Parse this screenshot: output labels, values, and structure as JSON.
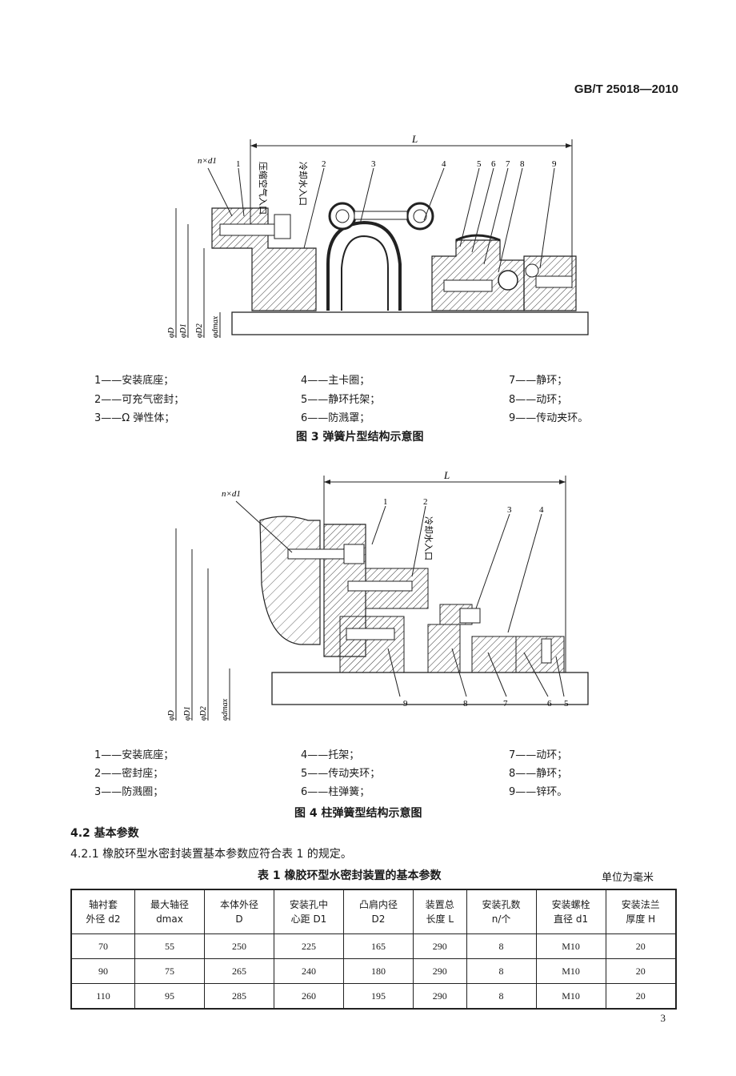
{
  "header": {
    "standard_number": "GB/T 25018—2010"
  },
  "figure3": {
    "caption": "图 3 弹簧片型结构示意图",
    "labels": {
      "L": "L",
      "nd1": "n×d1",
      "air_inlet": "压缩空气入口",
      "water_inlet": "冷却水入口",
      "n1": "1",
      "n2": "2",
      "n3": "3",
      "n4": "4",
      "n5": "5",
      "n6": "6",
      "n7": "7",
      "n8": "8",
      "n9": "9",
      "phiD": "φD",
      "phiD1": "φD1",
      "phiD2": "φD2",
      "phidmax": "φdmax"
    },
    "legend": [
      "1——安装底座；",
      "4——主卡圈；",
      "7——静环；",
      "2——可充气密封；",
      "5——静环托架；",
      "8——动环；",
      "3——Ω 弹性体；",
      "6——防溅罩；",
      "9——传动夹环。"
    ]
  },
  "figure4": {
    "caption": "图 4 柱弹簧型结构示意图",
    "labels": {
      "L": "L",
      "nd1": "n×d1",
      "water_inlet": "冷却水入口",
      "n1": "1",
      "n2": "2",
      "n3": "3",
      "n4": "4",
      "n5": "5",
      "n6": "6",
      "n7": "7",
      "n8": "8",
      "n9": "9",
      "phiD": "φD",
      "phiD1": "φD1",
      "phiD2": "φD2",
      "phidmax": "φdmax"
    },
    "legend": [
      "1——安装底座；",
      "4——托架；",
      "7——动环；",
      "2——密封座；",
      "5——传动夹环；",
      "8——静环；",
      "3——防溅圈；",
      "6——柱弹簧；",
      "9——锌环。"
    ]
  },
  "section": {
    "heading": "4.2 基本参数",
    "clause": "4.2.1 橡胶环型水密封装置基本参数应符合表 1 的规定。"
  },
  "table1": {
    "title": "表 1 橡胶环型水密封装置的基本参数",
    "unit": "单位为毫米",
    "headers": [
      [
        "轴衬套",
        "外径 d2"
      ],
      [
        "最大轴径",
        "dmax"
      ],
      [
        "本体外径",
        "D"
      ],
      [
        "安装孔中",
        "心距 D1"
      ],
      [
        "凸肩内径",
        "D2"
      ],
      [
        "装置总",
        "长度 L"
      ],
      [
        "安装孔数",
        "n/个"
      ],
      [
        "安装螺栓",
        "直径 d1"
      ],
      [
        "安装法兰",
        "厚度 H"
      ]
    ],
    "rows": [
      [
        "70",
        "55",
        "250",
        "225",
        "165",
        "290",
        "8",
        "M10",
        "20"
      ],
      [
        "90",
        "75",
        "265",
        "240",
        "180",
        "290",
        "8",
        "M10",
        "20"
      ],
      [
        "110",
        "95",
        "285",
        "260",
        "195",
        "290",
        "8",
        "M10",
        "20"
      ]
    ]
  },
  "footer": {
    "page_number": "3"
  }
}
